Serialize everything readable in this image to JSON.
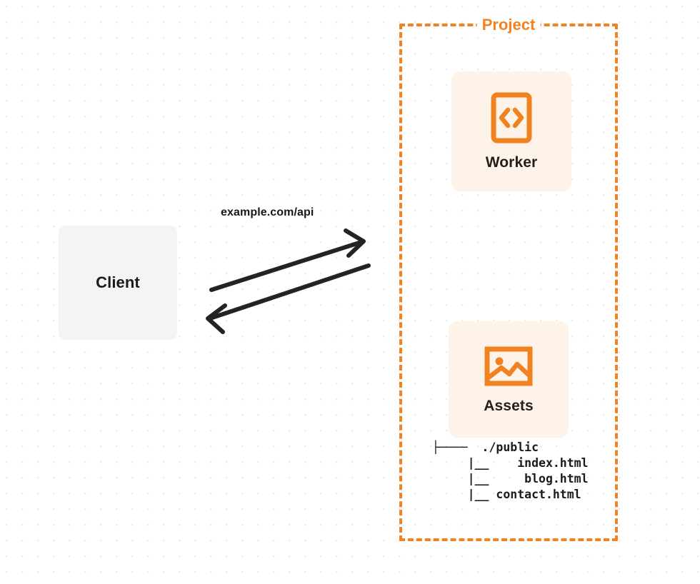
{
  "diagram": {
    "background": "dot-grid",
    "colors": {
      "accent": "#f08320",
      "card_fill": "#fdf3e8",
      "client_fill": "#f3f4f6",
      "text": "#1b1b1b",
      "dot_grid": "#ececed"
    }
  },
  "client": {
    "label": "Client"
  },
  "project": {
    "title": "Project",
    "cards": [
      {
        "id": "worker",
        "label": "Worker",
        "icon": "code-brackets-icon"
      },
      {
        "id": "assets",
        "label": "Assets",
        "icon": "image-icon"
      }
    ],
    "file_tree": {
      "lines": [
        "├────  ./public",
        "     |__    index.html",
        "     |__     blog.html",
        "     |__ contact.html"
      ],
      "text": "├────  ./public\n     |__    index.html\n     |__     blog.html\n     |__ contact.html"
    }
  },
  "connection": {
    "label": "example.com/api",
    "request_arrow": "arrow-right-up",
    "response_arrow": "arrow-left-down"
  }
}
